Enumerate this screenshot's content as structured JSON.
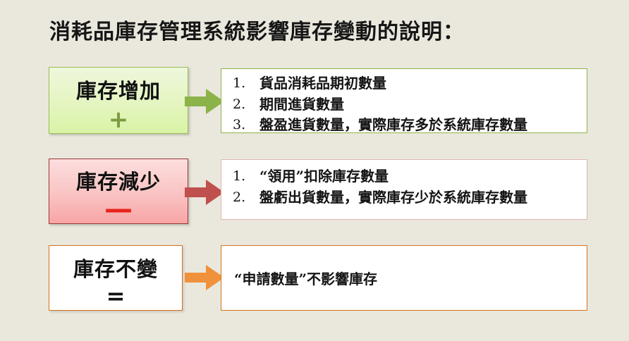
{
  "slide": {
    "background_color": "#eae8dd",
    "title": "消耗品庫存管理系統影響庫存變動的說明："
  },
  "rows": [
    {
      "key": "increase",
      "label": "庫存增加",
      "symbol": "+",
      "symbol_name": "plus-sign",
      "accent_color": "#9bbb59",
      "arrow_color": "#8cb34a",
      "arrow_name": "green-right-arrow",
      "items": [
        "貨品消耗品期初數量",
        "期間進貨數量",
        "盤盈進貨數量，實際庫存多於系統庫存數量"
      ]
    },
    {
      "key": "decrease",
      "label": "庫存減少",
      "symbol": "—",
      "symbol_name": "minus-sign",
      "accent_color": "#963634",
      "arrow_color": "#c0504d",
      "arrow_name": "red-right-arrow",
      "items": [
        "“領用”扣除庫存數量",
        "盤虧出貨數量，實際庫存少於系統庫存數量"
      ]
    },
    {
      "key": "unchanged",
      "label": "庫存不變",
      "symbol": "=",
      "symbol_name": "equals-sign",
      "accent_color": "#d4721c",
      "arrow_color": "#f0913c",
      "arrow_name": "orange-right-arrow",
      "text": "“申請數量”不影響庫存"
    }
  ]
}
